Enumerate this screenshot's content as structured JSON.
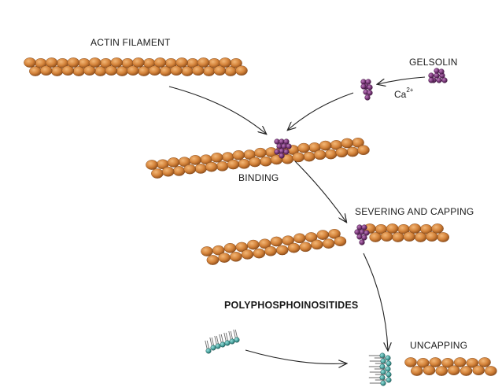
{
  "labels": {
    "actin_filament": "ACTIN FILAMENT",
    "gelsolin": "GELSOLIN",
    "binding": "BINDING",
    "severing_and_capping": "SEVERING AND CAPPING",
    "polyphosphoinositides": "POLYPHOSPHOINOSITIDES",
    "uncapping": "UNCAPPING"
  },
  "calcium": {
    "symbol": "Ca",
    "charge": "2+"
  },
  "colors": {
    "actin": "#d4833a",
    "actin_highlight": "#f0b070",
    "actin_shadow": "#8a4a18",
    "gelsolin": "#7a3a7a",
    "gelsolin_highlight": "#b070b0",
    "lipid_head": "#4aa39f",
    "lipid_tail": "#6b6b6b",
    "arrow": "#222222"
  },
  "icons": [
    "actin-bead",
    "gelsolin-bead",
    "lipid-molecule",
    "arrow"
  ]
}
